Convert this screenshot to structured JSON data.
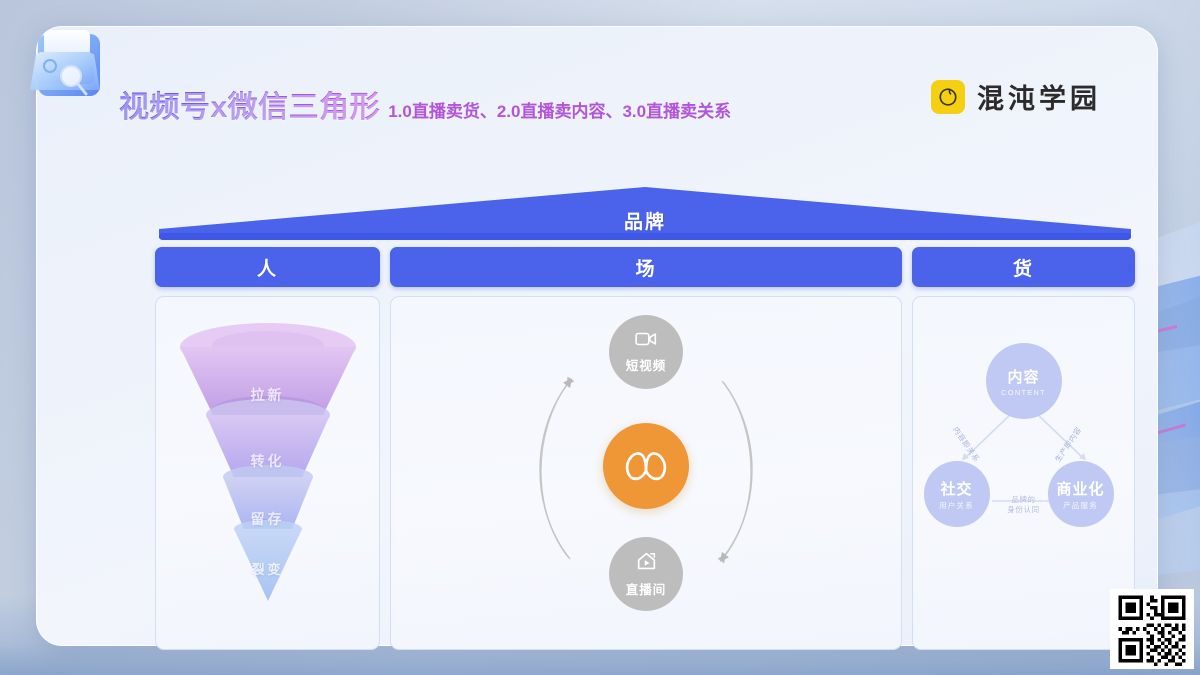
{
  "header": {
    "title_main": "视频号x微信三角形",
    "title_sub": "1.0直播卖货、2.0直播卖内容、3.0直播卖关系",
    "brand_name": "混沌学园",
    "brand_mark_icon": "yellow-circle-logo-icon",
    "folder_icon": "3d-folder-search-icon",
    "accent_blue": "#4a63ea",
    "accent_purple": "#8a5fe6",
    "accent_orange": "#ef9637",
    "brand_yellow": "#f5d012"
  },
  "house": {
    "roof_label": "品牌",
    "columns": [
      {
        "key": "people",
        "label": "人"
      },
      {
        "key": "venue",
        "label": "场"
      },
      {
        "key": "goods",
        "label": "货"
      }
    ]
  },
  "funnel": {
    "name": "user-growth-funnel",
    "stages": [
      {
        "label": "拉新",
        "color": "#c9a8e8"
      },
      {
        "label": "转化",
        "color": "#bfb0ee"
      },
      {
        "label": "留存",
        "color": "#b5bcf0"
      },
      {
        "label": "裂变",
        "color": "#aec4f2"
      }
    ]
  },
  "venue": {
    "center": {
      "label": "",
      "icon": "wechat-channels-butterfly-icon"
    },
    "top": {
      "label": "短视频",
      "icon": "video-camera-icon"
    },
    "bottom": {
      "label": "直播间",
      "icon": "live-house-play-icon"
    },
    "arrows": "two-way-cycle-arrows"
  },
  "goods": {
    "nodes": [
      {
        "cn": "内容",
        "en": "CONTENT"
      },
      {
        "cn": "社交",
        "en": "用户关系"
      },
      {
        "cn": "商业化",
        "en": "产品服务"
      }
    ],
    "edges": [
      {
        "label": "内容即关系"
      },
      {
        "label": "生产即内容"
      },
      {
        "label": "品牌的\n身份认同"
      }
    ],
    "edge_left": "内容即关系",
    "edge_right": "生产即内容",
    "edge_bottom_line1": "品牌的",
    "edge_bottom_line2": "身份认同"
  },
  "footer": {
    "qr_code": "qr-code"
  }
}
